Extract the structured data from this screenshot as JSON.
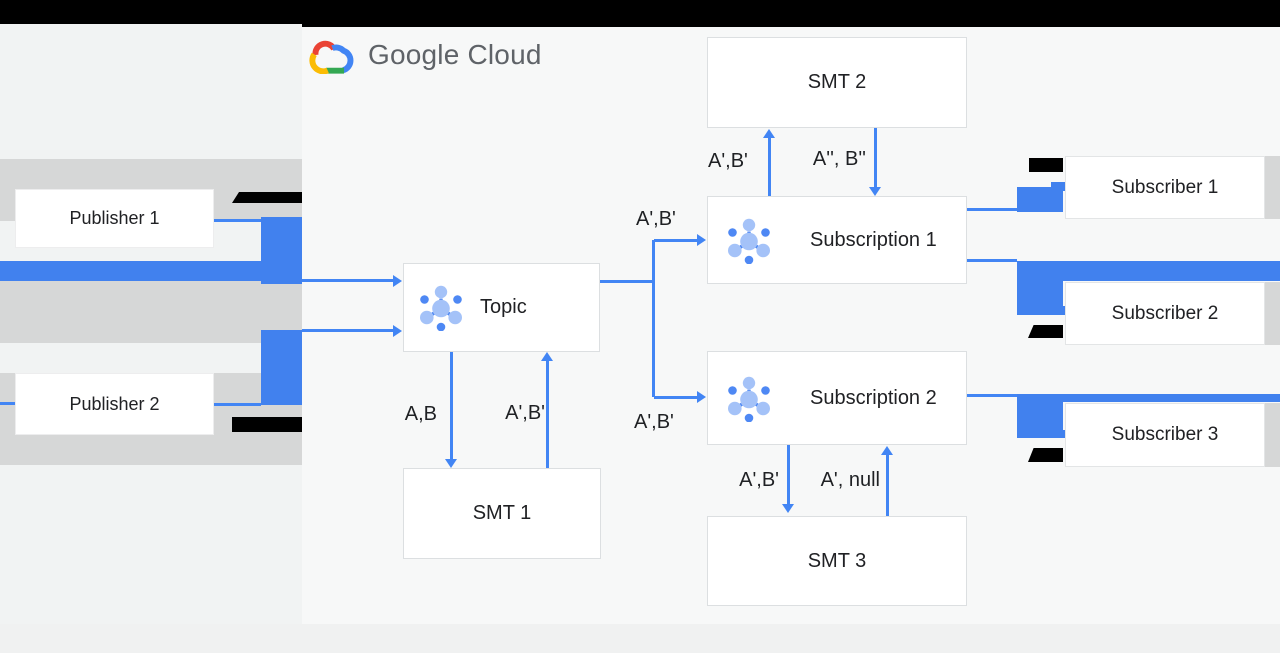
{
  "header": {
    "logo_text": "Google Cloud"
  },
  "publishers": [
    {
      "label": "Publisher 1"
    },
    {
      "label": "Publisher 2"
    }
  ],
  "topic": {
    "label": "Topic"
  },
  "subscriptions": [
    {
      "label": "Subscription 1"
    },
    {
      "label": "Subscription 2"
    }
  ],
  "smts": [
    {
      "label": "SMT 1"
    },
    {
      "label": "SMT 2"
    },
    {
      "label": "SMT 3"
    }
  ],
  "subscribers": [
    {
      "label": "Subscriber 1"
    },
    {
      "label": "Subscriber 2"
    },
    {
      "label": "Subscriber 3"
    }
  ],
  "flow_labels": {
    "topic_to_smt1": "A,B",
    "smt1_to_topic": "A',B'",
    "topic_to_sub1": "A',B'",
    "topic_to_sub2": "A',B'",
    "sub1_to_smt2": "A',B'",
    "smt2_to_sub1": "A'', B''",
    "sub2_to_smt3": "A',B'",
    "smt3_to_sub2": "A', null"
  },
  "icons": {
    "logo": "google-cloud-logo",
    "node": "pubsub-node-icon"
  },
  "colors": {
    "accent_blue": "#4285f4",
    "glitch_blue": "#4181ee",
    "band_gray": "#d6d7d7",
    "logo_text_gray": "#5f6368",
    "top_bar": "#000000"
  }
}
